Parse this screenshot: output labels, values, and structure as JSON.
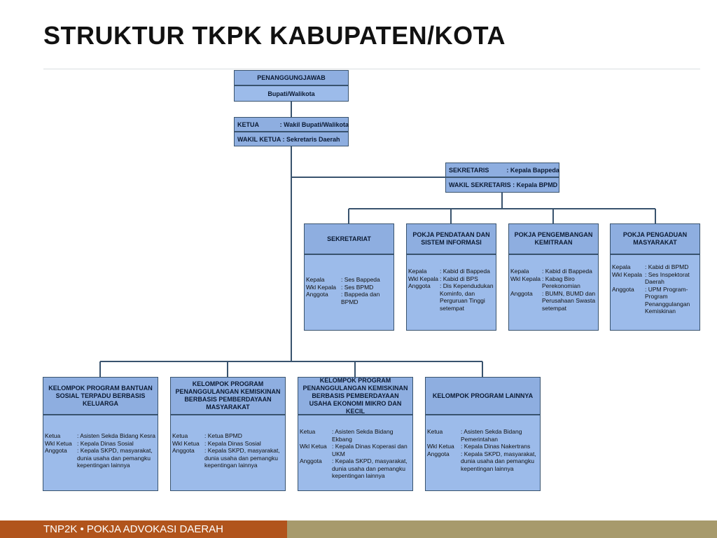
{
  "page": {
    "title": "STRUKTUR TKPK KABUPATEN/KOTA",
    "footer": "TNP2K • POKJA ADVOKASI DAERAH"
  },
  "penanggungjawab": {
    "label": "PENANGGUNGJAWAB",
    "value": "Bupati/Walikota"
  },
  "ketua": {
    "ketua": "KETUA            : Wakil Bupati/Walikota",
    "wakil": "WAKIL KETUA : Sekretaris Daerah"
  },
  "sekretaris": {
    "sekretaris": "SEKRETARIS          : Kepala Bappeda",
    "wakil": "WAKIL SEKRETARIS : Kepala BPMD"
  },
  "pokja": [
    {
      "title": "SEKRETARIAT",
      "rows": [
        {
          "k": "Kepala",
          "v": ": Ses Bappeda"
        },
        {
          "k": "Wkl Kepala",
          "v": ": Ses BPMD"
        },
        {
          "k": "Anggota",
          "v": ": Bappeda dan BPMD"
        }
      ]
    },
    {
      "title": "POKJA PENDATAAN DAN SISTEM INFORMASI",
      "rows": [
        {
          "k": "Kepala",
          "v": ": Kabid di Bappeda"
        },
        {
          "k": "Wkl Kepala",
          "v": ": Kabid di BPS"
        },
        {
          "k": "Anggota",
          "v": ": Dis Kependudukan Kominfo, dan Perguruan Tinggi setempat"
        }
      ]
    },
    {
      "title": "POKJA PENGEMBANGAN KEMITRAAN",
      "rows": [
        {
          "k": "Kepala",
          "v": ": Kabid di Bappeda"
        },
        {
          "k": "Wkl Kepala",
          "v": ": Kabag Biro Perekonomian"
        },
        {
          "k": "Anggota",
          "v": ": BUMN, BUMD dan Perusahaan Swasta setempat"
        }
      ]
    },
    {
      "title": "POKJA PENGADUAN MASYARAKAT",
      "rows": [
        {
          "k": "Kepala",
          "v": ": Kabid di BPMD"
        },
        {
          "k": "Wkl Kepala",
          "v": ": Ses Inspektorat Daerah"
        },
        {
          "k": "Anggota",
          "v": ": UPM Program-Program Penanggulangan Kemiskinan"
        }
      ]
    }
  ],
  "kelompok": [
    {
      "title": "KELOMPOK PROGRAM BANTUAN SOSIAL TERPADU BERBASIS KELUARGA",
      "rows": [
        {
          "k": "Ketua",
          "v": ": Asisten Sekda Bidang Kesra"
        },
        {
          "k": "Wkl Ketua",
          "v": ": Kepala Dinas Sosial"
        },
        {
          "k": "Anggota",
          "v": ": Kepala SKPD, masyarakat, dunia usaha dan pemangku kepentingan lainnya"
        }
      ]
    },
    {
      "title": "KELOMPOK PROGRAM PENANGGULANGAN KEMISKINAN BERBASIS PEMBERDAYAAN MASYARAKAT",
      "rows": [
        {
          "k": "Ketua",
          "v": ": Ketua BPMD"
        },
        {
          "k": "Wkl Ketua",
          "v": ": Kepala Dinas Sosial"
        },
        {
          "k": "Anggota",
          "v": ": Kepala SKPD, masyarakat, dunia usaha dan pemangku kepentingan lainnya"
        }
      ]
    },
    {
      "title": "KELOMPOK PROGRAM PENANGGULANGAN KEMISKINAN BERBASIS PEMBERDAYAAN USAHA EKONOMI MIKRO DAN KECIL",
      "rows": [
        {
          "k": "Ketua",
          "v": ": Asisten Sekda Bidang Ekbang"
        },
        {
          "k": "Wkl Ketua",
          "v": ": Kepala Dinas Koperasi dan UKM"
        },
        {
          "k": "Anggota",
          "v": ": Kepala SKPD, masyarakat, dunia usaha dan pemangku kepentingan lainnya"
        }
      ]
    },
    {
      "title": "KELOMPOK PROGRAM LAINNYA",
      "rows": [
        {
          "k": "Ketua",
          "v": ": Asisten Sekda Bidang Pemerintahan"
        },
        {
          "k": "Wkl Ketua",
          "v": ": Kepala Dinas Nakertrans"
        },
        {
          "k": "Anggota",
          "v": ": Kepala SKPD, masyarakat, dunia usaha dan pemangku kepentingan lainnya"
        }
      ]
    }
  ]
}
